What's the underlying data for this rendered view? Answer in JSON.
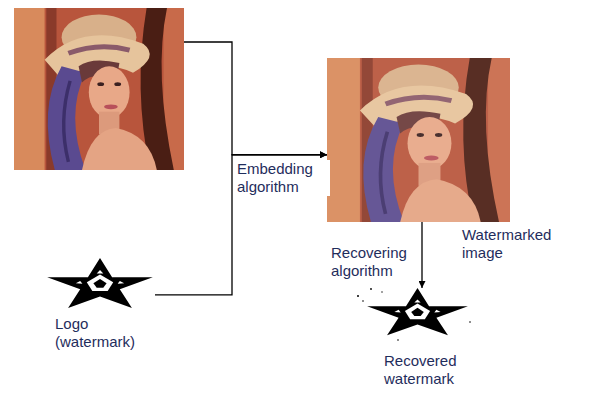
{
  "diagram": {
    "nodes": [
      {
        "text": []
      },
      {
        "text": [
          "Watermarked image"
        ]
      },
      {
        "text": [
          "Logo (watermark)"
        ]
      },
      {
        "text": [
          "Recovered watermark"
        ]
      }
    ],
    "edges": [
      {
        "from": 0,
        "to": 1,
        "arrow": "to",
        "label": "Embedding algorithm"
      },
      {
        "from": 2,
        "to": 1,
        "arrow": "to"
      },
      {
        "from": 1,
        "to": 3,
        "arrow": "to",
        "label": "Recovering algorithm"
      }
    ]
  }
}
